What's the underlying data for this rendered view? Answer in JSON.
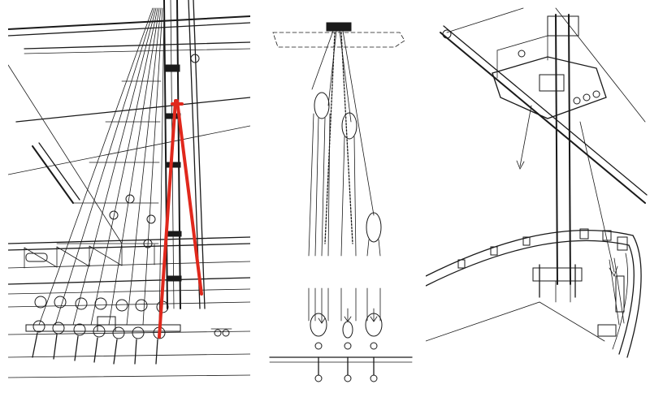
{
  "figure": {
    "panels": [
      {
        "id": "rigging-detail",
        "highlight_color": "#e0281c"
      },
      {
        "id": "tackle-blocks"
      },
      {
        "id": "ship-perspective"
      }
    ],
    "ink_color": "#1a1a1a",
    "background": "#ffffff"
  }
}
